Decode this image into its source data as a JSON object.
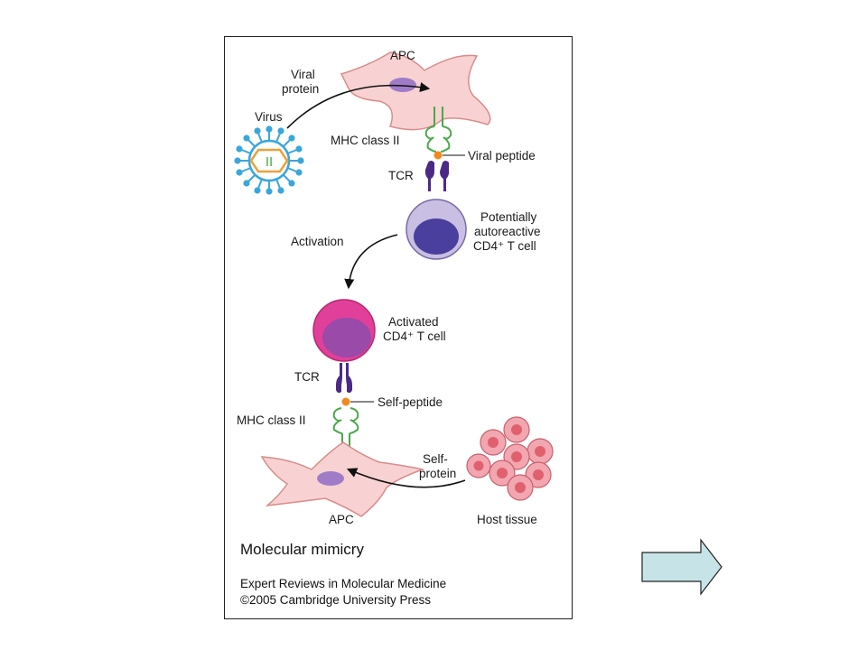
{
  "labels": {
    "apc_top": "APC",
    "viral_protein_1": "Viral",
    "viral_protein_2": "protein",
    "virus": "Virus",
    "mhc_top": "MHC class II",
    "viral_peptide": "Viral peptide",
    "tcr_top": "TCR",
    "potentially_1": "Potentially",
    "potentially_2": "autoreactive",
    "potentially_3": "CD4⁺ T cell",
    "activation": "Activation",
    "activated_1": "Activated",
    "activated_2": "CD4⁺ T cell",
    "tcr_bottom": "TCR",
    "self_peptide": "Self-peptide",
    "mhc_bottom": "MHC class II",
    "self_protein_1": "Self-",
    "self_protein_2": "protein",
    "apc_bottom": "APC",
    "host_tissue": "Host tissue",
    "virus_glyph": "II"
  },
  "caption": {
    "title": "Molecular mimicry",
    "line1": "Expert Reviews in Molecular Medicine",
    "line2": "©2005 Cambridge University Press"
  },
  "colors": {
    "apc_fill": "#f8d2d2",
    "apc_stroke": "#d98c8c",
    "nucleus_purple": "#a07cc8",
    "mhc_green": "#4aa84a",
    "tcr_purple": "#4b2a86",
    "peptide_orange": "#f08a1e",
    "virus_blue": "#3aa6dc",
    "t_cell_lavender": "#c8bfe2",
    "t_cell_nucleus": "#4a3f9c",
    "activated_pink": "#e0409a",
    "activated_nucleus": "#9a4aa8",
    "host_tissue_pink": "#f2a6b0",
    "next_arrow_fill": "#c6e4e8"
  }
}
